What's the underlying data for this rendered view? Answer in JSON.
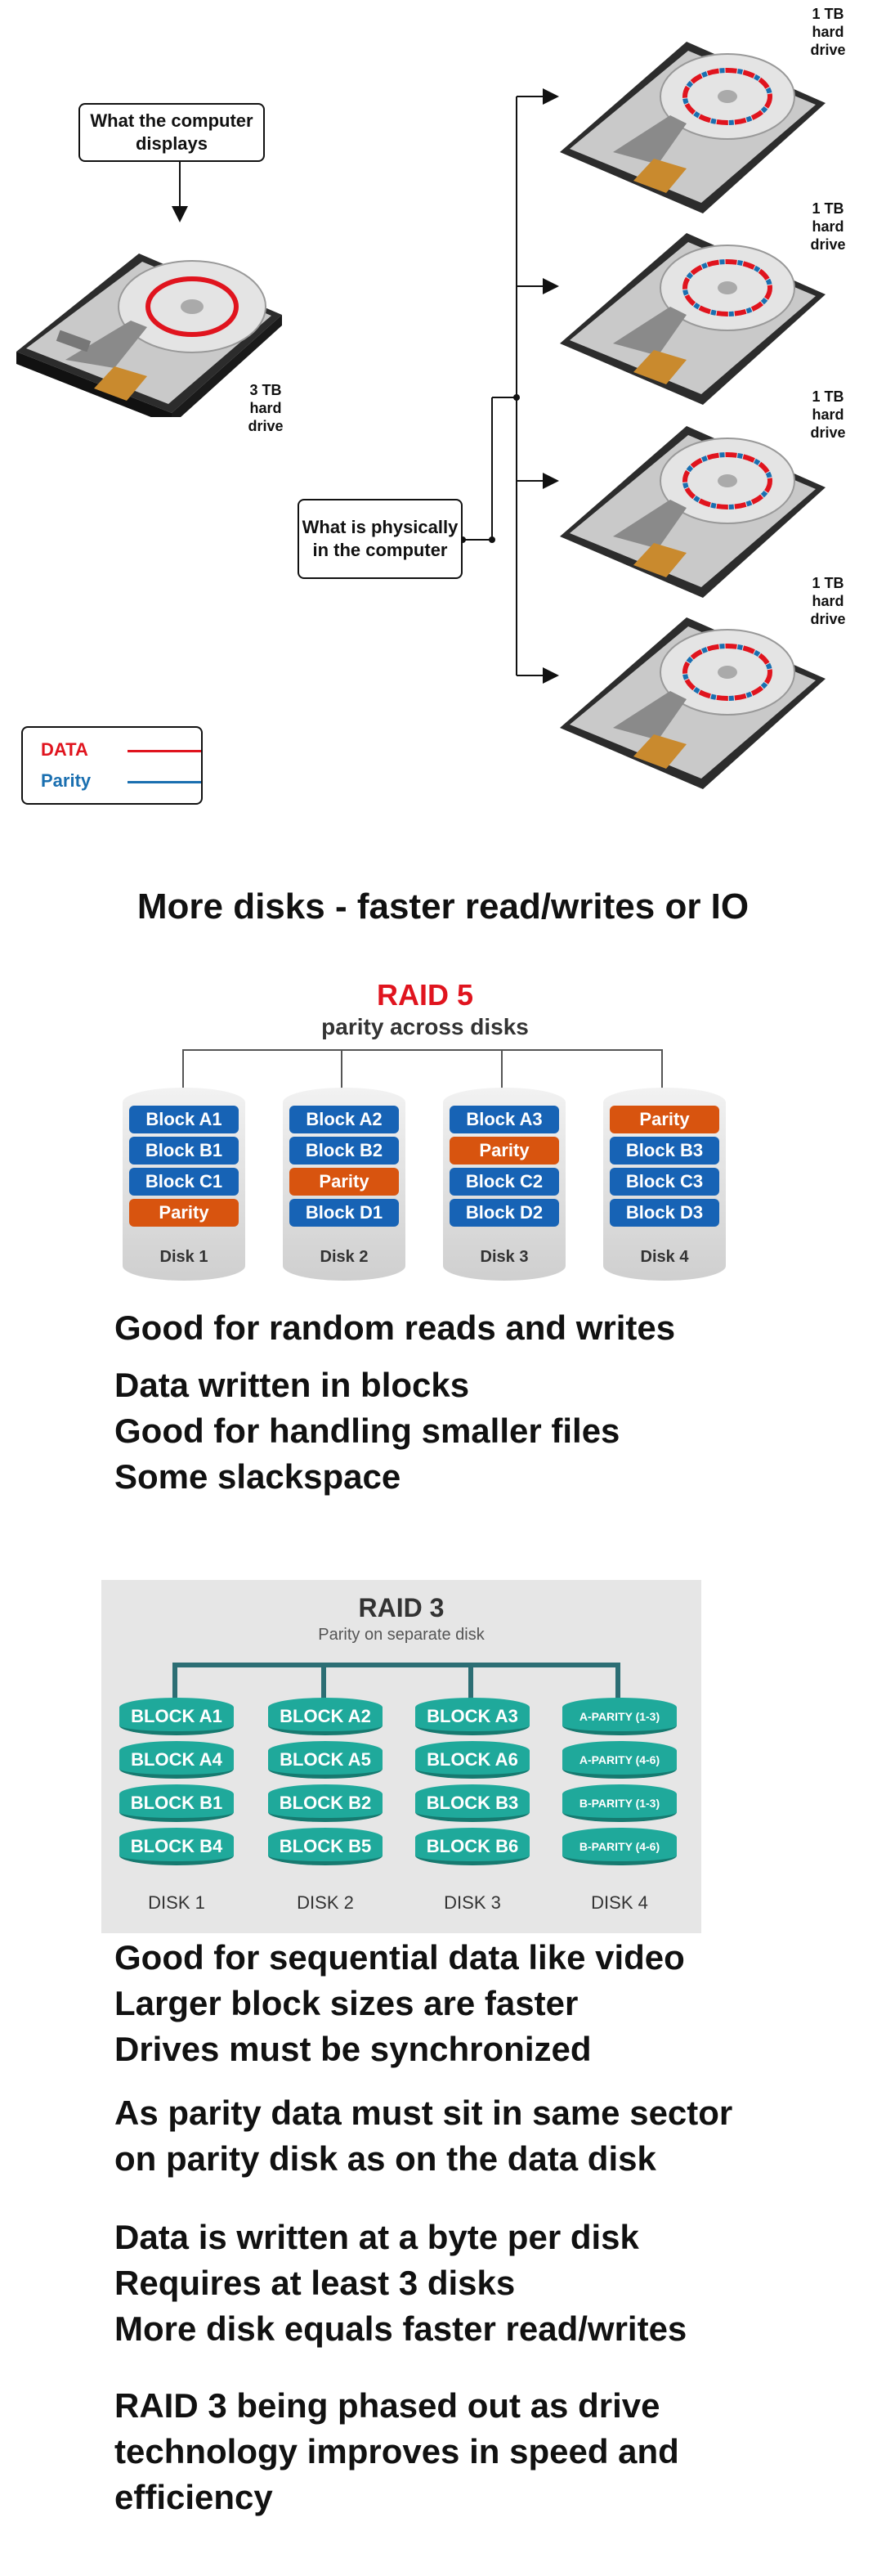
{
  "diagram": {
    "computer_display_label": "What the computer displays",
    "physical_label": "What is physically in the computer",
    "big_drive_label": "3 TB hard drive",
    "small_drives": [
      {
        "label": "1 TB hard drive"
      },
      {
        "label": "1 TB hard drive"
      },
      {
        "label": "1 TB hard drive"
      },
      {
        "label": "1 TB hard drive"
      }
    ],
    "legend": {
      "data_label": "DATA",
      "parity_label": "Parity",
      "data_color": "#e0141e",
      "parity_color": "#1a6fb0"
    }
  },
  "heading_more_disks": "More disks - faster read/writes or IO",
  "raid5": {
    "title": "RAID 5",
    "subtitle": "parity across disks",
    "disks": [
      {
        "name": "Disk 1",
        "blocks": [
          "Block A1",
          "Block B1",
          "Block C1",
          "Parity"
        ]
      },
      {
        "name": "Disk 2",
        "blocks": [
          "Block A2",
          "Block B2",
          "Parity",
          "Block D1"
        ]
      },
      {
        "name": "Disk 3",
        "blocks": [
          "Block A3",
          "Parity",
          "Block C2",
          "Block D2"
        ]
      },
      {
        "name": "Disk 4",
        "blocks": [
          "Parity",
          "Block B3",
          "Block C3",
          "Block D3"
        ]
      }
    ],
    "block_color": "#1763b5",
    "parity_color": "#d8540f",
    "notes": [
      "Good for random reads and writes",
      "Data written in blocks",
      "Good for handling smaller files",
      "Some slackspace"
    ]
  },
  "raid3": {
    "title": "RAID 3",
    "subtitle": "Parity on separate disk",
    "disks": [
      {
        "name": "DISK 1",
        "blocks": [
          "BLOCK A1",
          "BLOCK A4",
          "BLOCK B1",
          "BLOCK B4"
        ]
      },
      {
        "name": "DISK 2",
        "blocks": [
          "BLOCK A2",
          "BLOCK A5",
          "BLOCK B2",
          "BLOCK B5"
        ]
      },
      {
        "name": "DISK 3",
        "blocks": [
          "BLOCK A3",
          "BLOCK A6",
          "BLOCK B3",
          "BLOCK B6"
        ]
      },
      {
        "name": "DISK 4",
        "blocks": [
          "A-PARITY (1-3)",
          "A-PARITY (4-6)",
          "B-PARITY (1-3)",
          "B-PARITY (4-6)"
        ]
      }
    ],
    "block_color": "#1fa99b",
    "notes_group1": [
      "Good for sequential data like video",
      "Larger block sizes are faster",
      "Drives must be synchronized"
    ],
    "notes_group2": [
      "As parity data must sit in same sector",
      "on parity disk as on the data disk"
    ],
    "notes_group3": [
      "Data is written at a byte per disk",
      "Requires at least 3 disks",
      "More disk equals faster read/writes"
    ],
    "notes_group4": [
      "RAID 3 being phased out as drive",
      "technology improves in speed and",
      "efficiency"
    ]
  }
}
